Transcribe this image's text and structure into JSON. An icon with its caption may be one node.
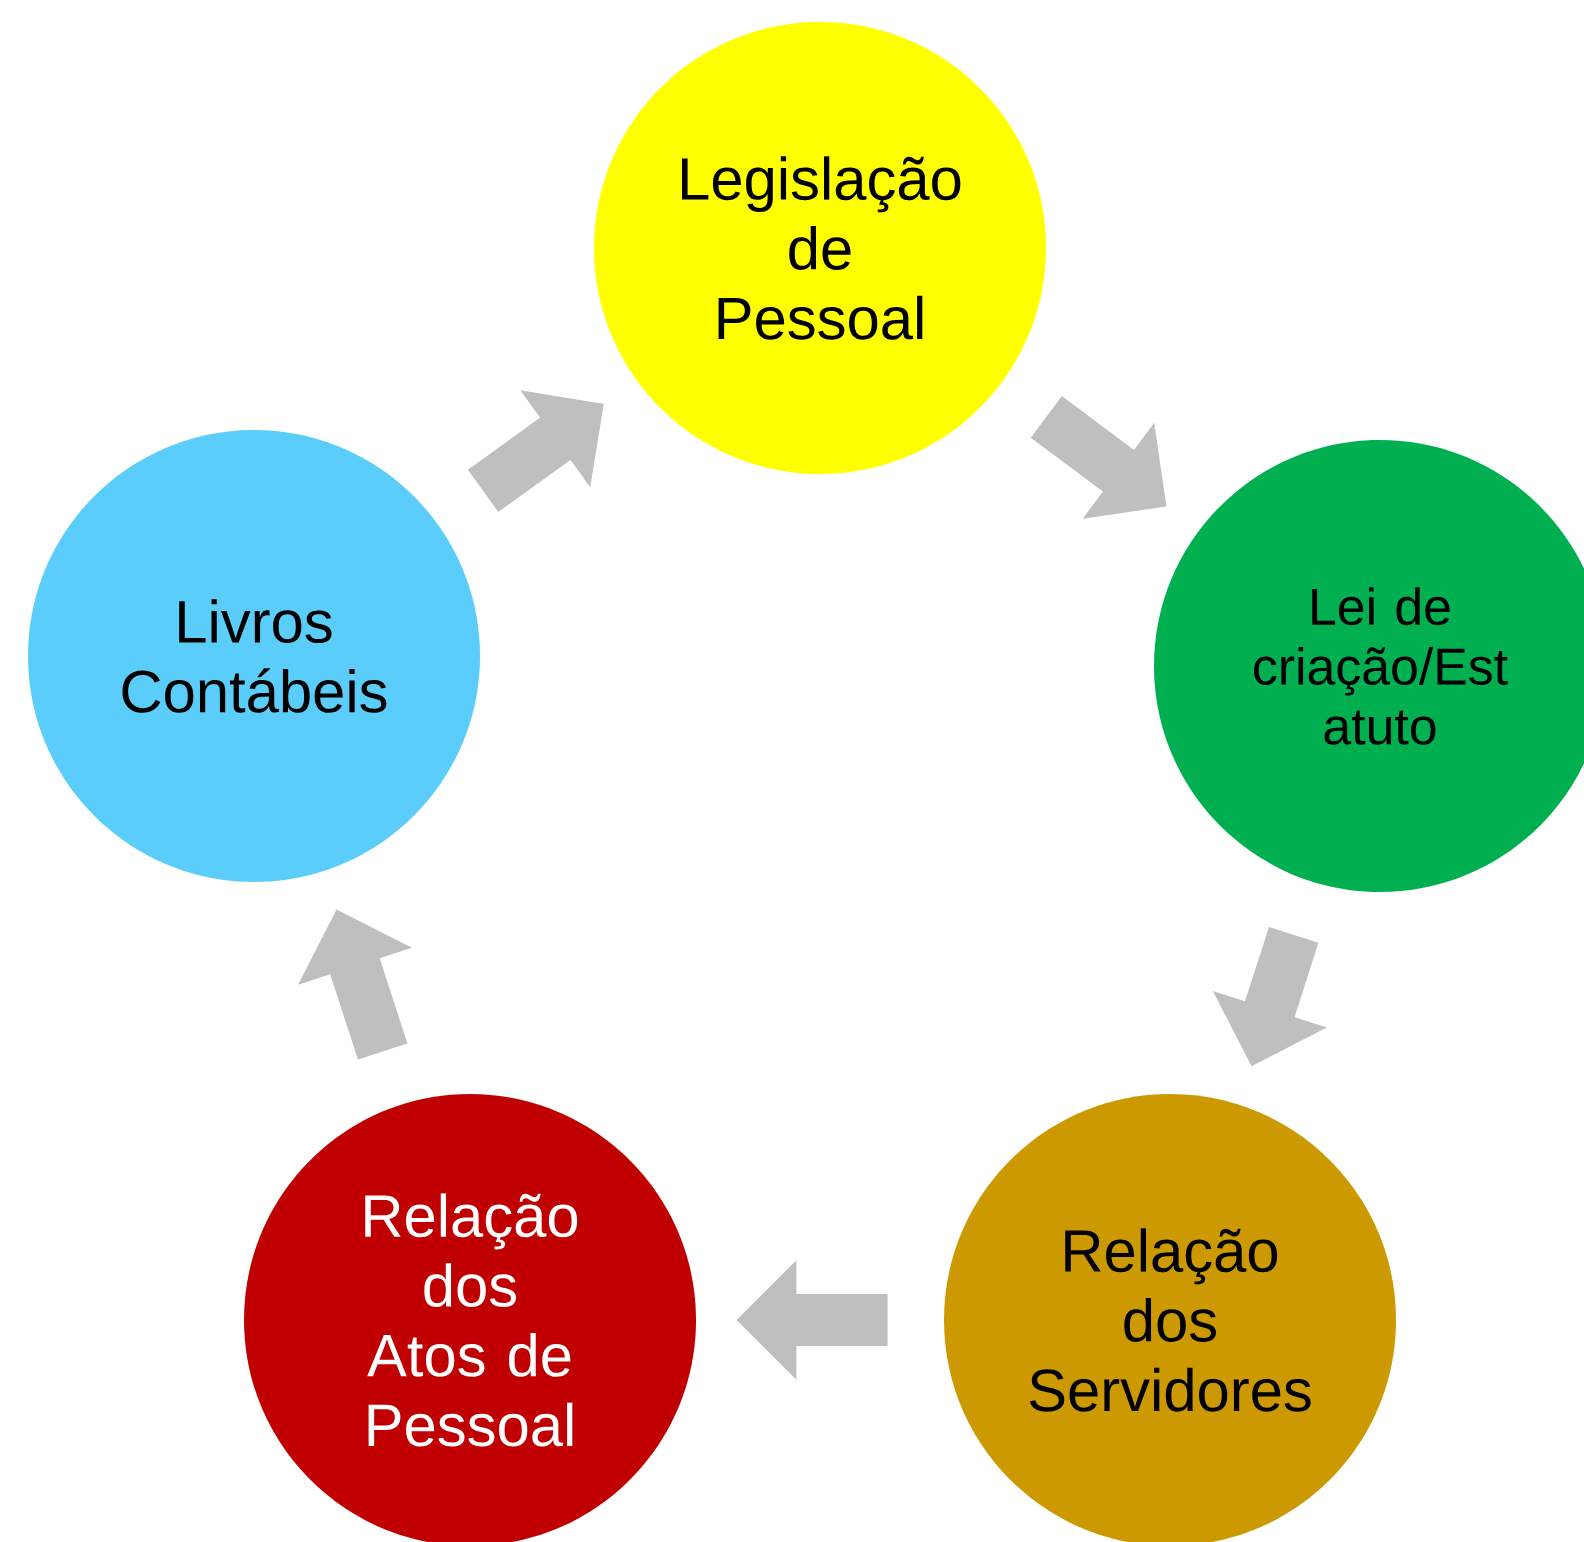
{
  "diagram": {
    "nodes": [
      {
        "text": [
          "Legislação de Pessoal"
        ]
      },
      {
        "text": [
          "Lei de criação/Est atuto"
        ]
      },
      {
        "text": [
          "Relação dos Servidores"
        ]
      },
      {
        "text": [
          "Relação dos Atos de Pessoal"
        ]
      },
      {
        "text": [
          "Livros Contábeis"
        ]
      }
    ],
    "edges": [
      {
        "from": 0,
        "to": 1,
        "arrow": "to"
      },
      {
        "from": 1,
        "to": 2,
        "arrow": "to"
      },
      {
        "from": 2,
        "to": 3,
        "arrow": "to"
      },
      {
        "from": 3,
        "to": 4,
        "arrow": "to"
      },
      {
        "from": 4,
        "to": 0,
        "arrow": "to"
      }
    ]
  }
}
